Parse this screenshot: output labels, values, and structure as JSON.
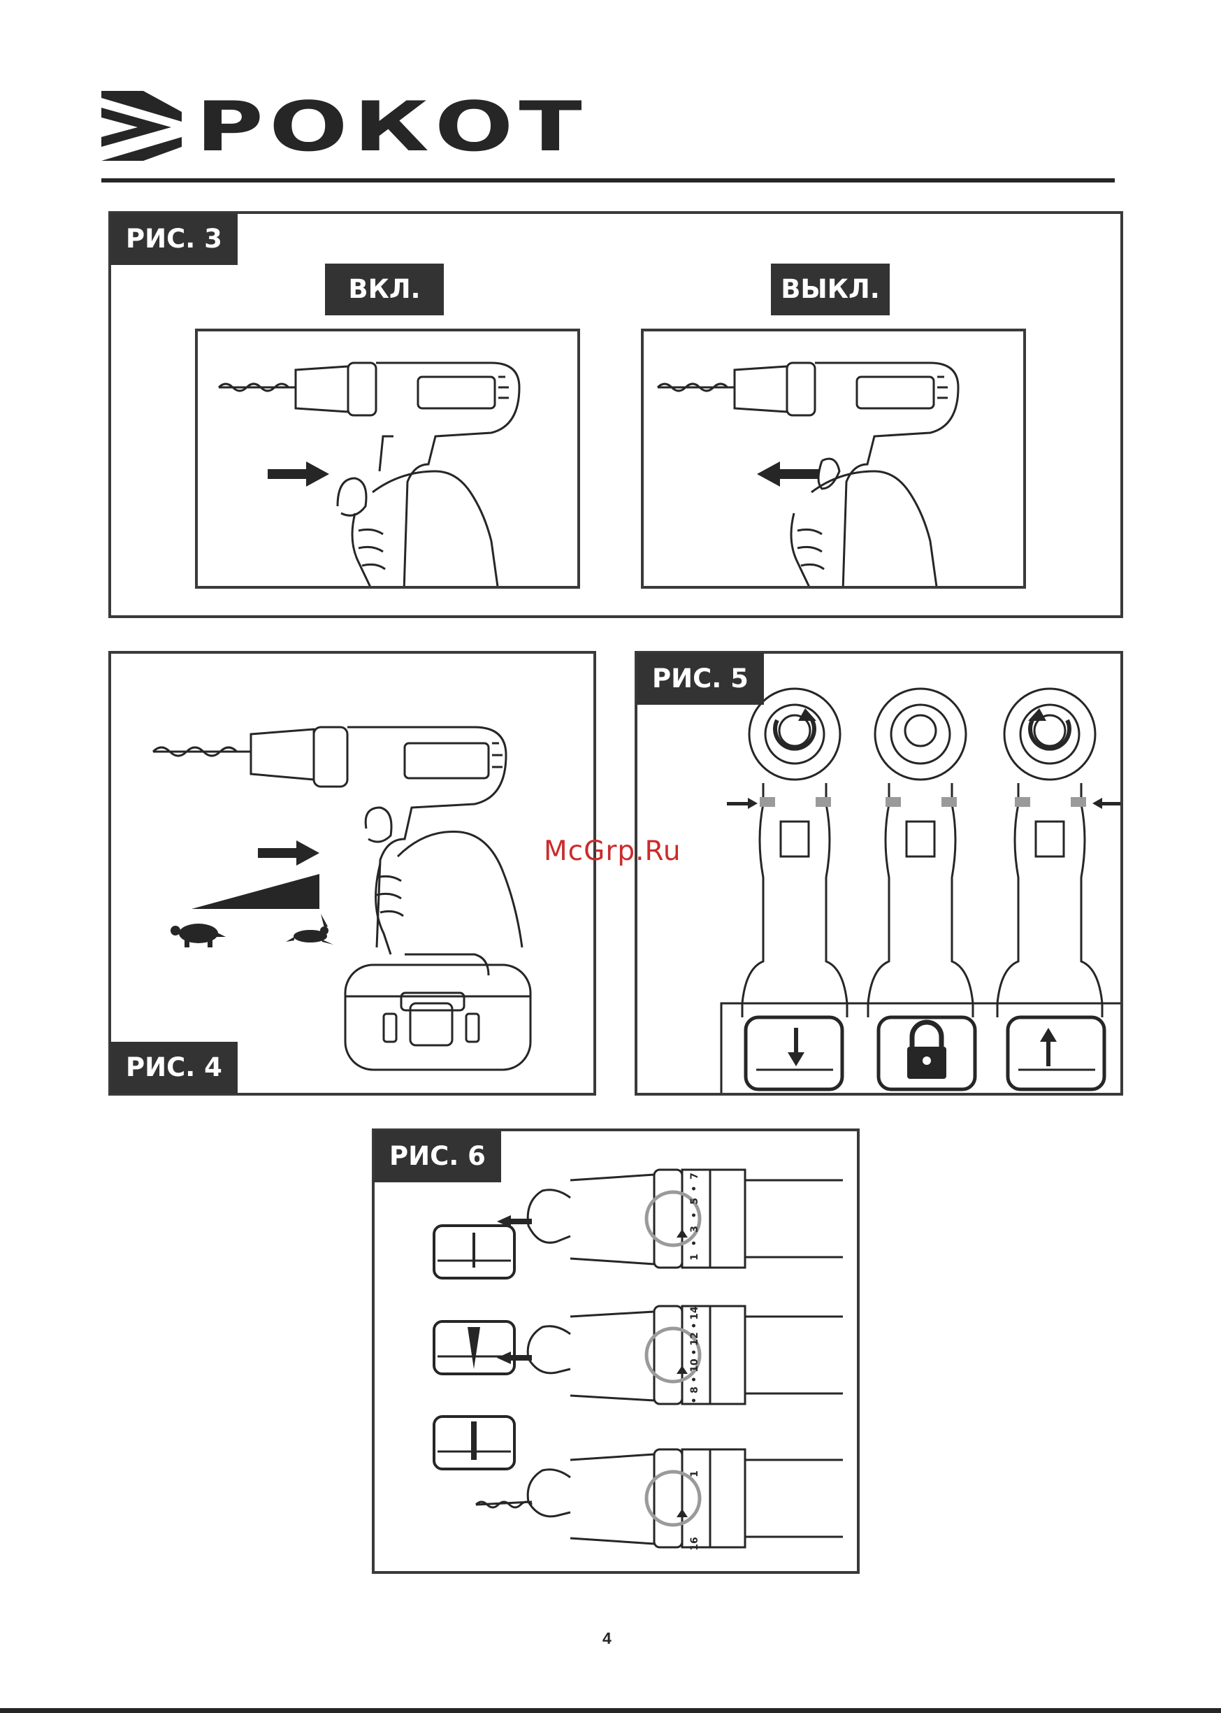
{
  "brand": {
    "name": "РОКОТ"
  },
  "fig3": {
    "label": "РИС. 3",
    "on_label": "ВКЛ.",
    "off_label": "ВЫКЛ."
  },
  "fig4": {
    "label": "РИС. 4"
  },
  "fig5": {
    "label": "РИС. 5"
  },
  "fig6": {
    "label": "РИС. 6",
    "collar_top": [
      "1",
      "•",
      "3",
      "•",
      "5",
      "•",
      "7"
    ],
    "collar_mid": [
      "•",
      "8",
      "•",
      "10",
      "•",
      "12",
      "•",
      "14"
    ],
    "collar_bottom": [
      "16",
      "1"
    ]
  },
  "watermark": "McGrp.Ru",
  "page_number": "4",
  "colors": {
    "ink": "#262626",
    "label_bg": "#333333",
    "watermark": "#cc2b2b",
    "frame": "#3a3a3a",
    "knob_grey": "#9a9a9a"
  }
}
